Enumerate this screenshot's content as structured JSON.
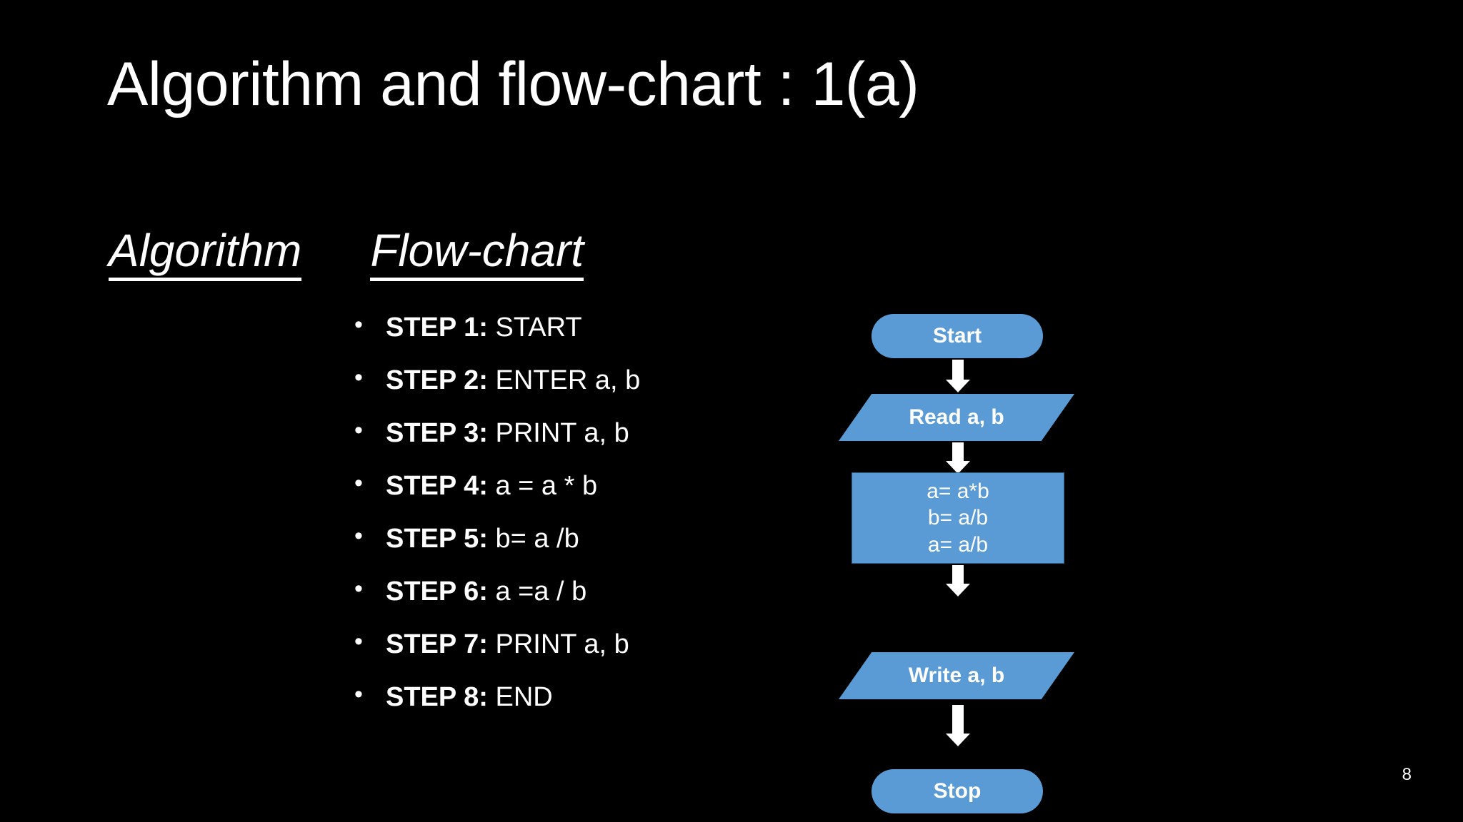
{
  "slide": {
    "title": "Algorithm and flow-chart : 1(a)",
    "page_number": "8",
    "background_color": "#000000",
    "text_color": "#FFFFFF",
    "accent_color": "#5B9BD5"
  },
  "headings": {
    "algorithm": "Algorithm",
    "flowchart": "Flow-chart"
  },
  "algorithm": {
    "steps": [
      {
        "label": "STEP 1:",
        "text": "START"
      },
      {
        "label": "STEP 2:",
        "text": "ENTER a, b"
      },
      {
        "label": "STEP 3:",
        "text": "PRINT a, b"
      },
      {
        "label": "STEP 4:",
        "text": "a = a * b"
      },
      {
        "label": "STEP 5:",
        "text": "b= a /b"
      },
      {
        "label": "STEP 6:",
        "text": "a =a / b"
      },
      {
        "label": "STEP 7:",
        "text": "PRINT a, b"
      },
      {
        "label": "STEP 8:",
        "text": "END"
      }
    ]
  },
  "flowchart": {
    "nodes": [
      {
        "id": "start",
        "shape": "terminator",
        "label": "Start"
      },
      {
        "id": "read",
        "shape": "parallelogram",
        "label": "Read a, b"
      },
      {
        "id": "process",
        "shape": "rectangle",
        "lines": [
          "a= a*b",
          "b= a/b",
          "a= a/b"
        ]
      },
      {
        "id": "write",
        "shape": "parallelogram",
        "label": "Write a, b"
      },
      {
        "id": "stop",
        "shape": "terminator",
        "label": "Stop"
      }
    ],
    "connectors": [
      {
        "from": "start",
        "to": "read",
        "style": "down-arrow"
      },
      {
        "from": "read",
        "to": "process",
        "style": "down-arrow"
      },
      {
        "from": "process",
        "to": "write",
        "style": "down-arrow"
      },
      {
        "from": "write",
        "to": "stop",
        "style": "down-arrow"
      }
    ]
  }
}
